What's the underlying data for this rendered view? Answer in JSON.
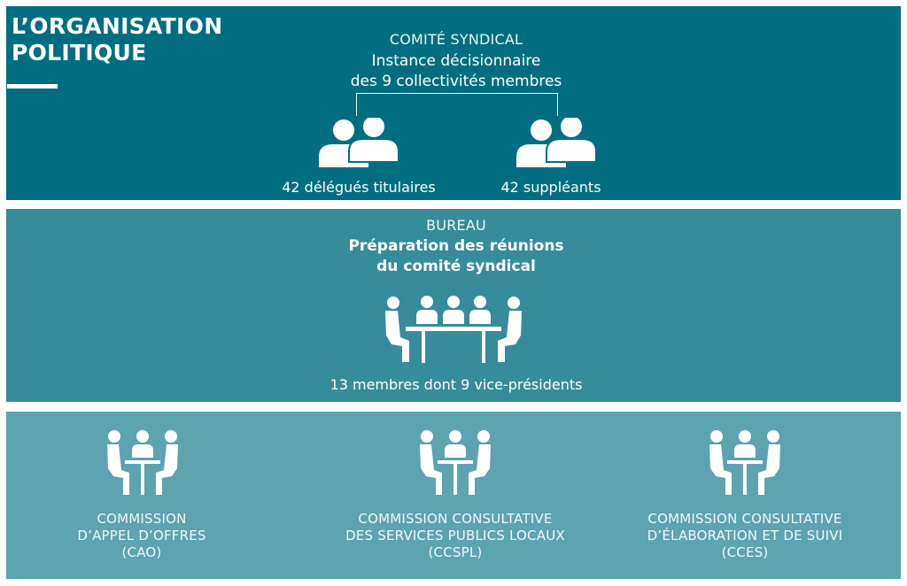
{
  "title": {
    "line1": "L’ORGANISATION",
    "line2": "POLITIQUE"
  },
  "comite": {
    "heading": "COMITÉ SYNDICAL",
    "line1": "Instance décisionnaire",
    "line2": "des 9 collectivités membres",
    "titulaires_label": "42 délégués titulaires",
    "suppleants_label": "42 suppléants",
    "titulaires_icon": "people-pair-icon",
    "suppleants_icon": "people-pair-icon"
  },
  "bureau": {
    "heading": "BUREAU",
    "line1": "Préparation des réunions",
    "line2": "du comité syndical",
    "members_label": "13 membres dont 9 vice-présidents",
    "icon": "meeting-table-icon"
  },
  "commissions": [
    {
      "line1": "COMMISSION",
      "line2": "D’APPEL D’OFFRES",
      "line3": "(CAO)",
      "icon": "small-meeting-icon"
    },
    {
      "line1": "COMMISSION CONSULTATIVE",
      "line2": "DES SERVICES PUBLICS LOCAUX",
      "line3": "(CCSPL)",
      "icon": "small-meeting-icon"
    },
    {
      "line1": "COMMISSION CONSULTATIVE",
      "line2": "D’ÉLABORATION ET DE SUIVI",
      "line3": "(CCES)",
      "icon": "small-meeting-icon"
    }
  ],
  "colors": {
    "panel_top": "#006e80",
    "panel_middle": "#378c9b",
    "panel_bottom": "#5da3b0",
    "text": "#ffffff"
  }
}
